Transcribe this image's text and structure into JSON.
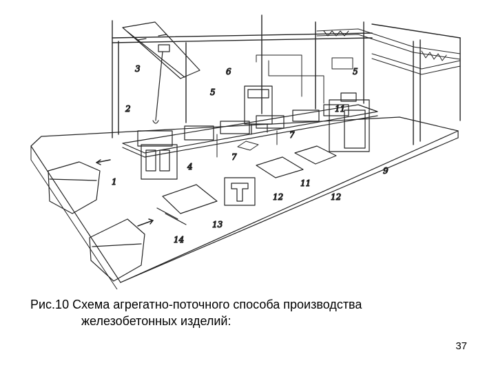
{
  "caption": {
    "line1": "Рис.10   Схема агрегатно-поточного способа производства",
    "line2": "железобетонных изделий:"
  },
  "page_number": "37",
  "callouts": [
    {
      "id": "c1",
      "text": "1"
    },
    {
      "id": "c2",
      "text": "2"
    },
    {
      "id": "c3",
      "text": "3"
    },
    {
      "id": "c4",
      "text": "4"
    },
    {
      "id": "c5",
      "text": "5"
    },
    {
      "id": "c5b",
      "text": "5"
    },
    {
      "id": "c6",
      "text": "6"
    },
    {
      "id": "c7",
      "text": "7"
    },
    {
      "id": "c7b",
      "text": "7"
    },
    {
      "id": "c9",
      "text": "9"
    },
    {
      "id": "c11",
      "text": "11"
    },
    {
      "id": "c11b",
      "text": "11"
    },
    {
      "id": "c12",
      "text": "12"
    },
    {
      "id": "c12b",
      "text": "12"
    },
    {
      "id": "c13",
      "text": "13"
    },
    {
      "id": "c14",
      "text": "14"
    }
  ]
}
